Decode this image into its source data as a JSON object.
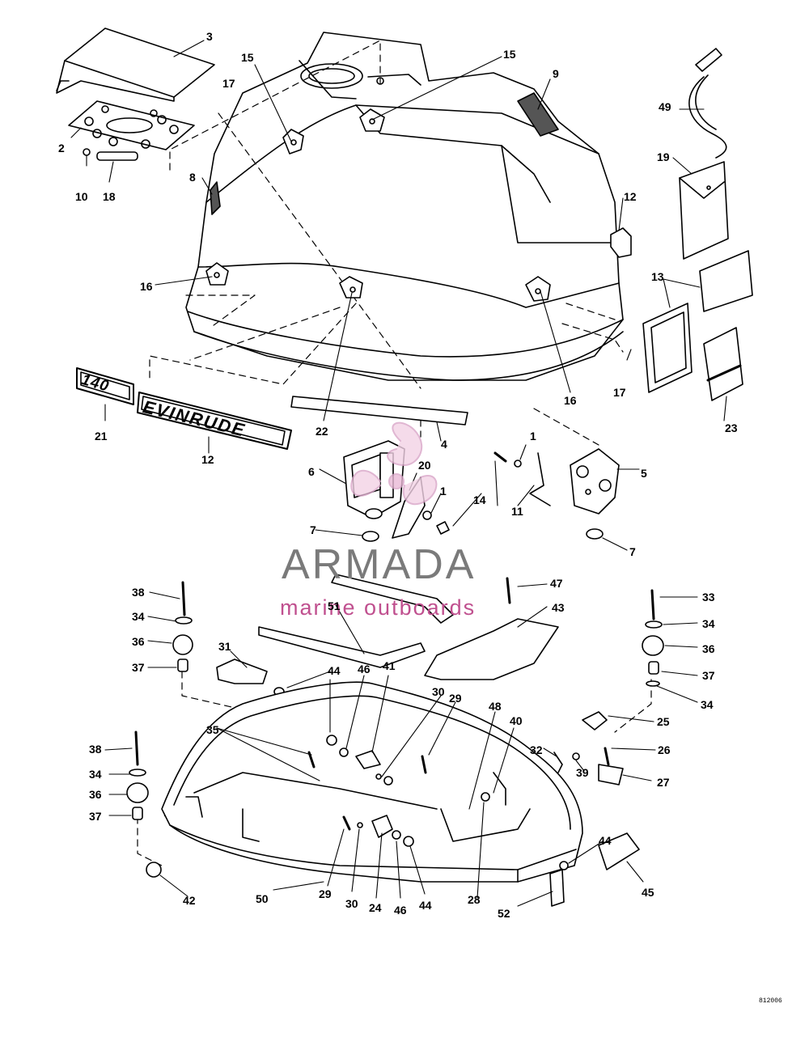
{
  "diagram": {
    "decal_140": "140",
    "decal_brand": "EVINRUDE",
    "drawing_code": "812006",
    "colors": {
      "line": "#000000",
      "logo_gray": "#7a7a7a",
      "logo_pink": "#c0508f",
      "paper": "#ffffff"
    }
  },
  "watermark": {
    "title": "ARMADA",
    "subtitle": "marine outboards"
  },
  "part_labels": [
    {
      "id": "p3",
      "text": "3"
    },
    {
      "id": "p2",
      "text": "2"
    },
    {
      "id": "p10",
      "text": "10"
    },
    {
      "id": "p18",
      "text": "18"
    },
    {
      "id": "p15a",
      "text": "15"
    },
    {
      "id": "p17a",
      "text": "17"
    },
    {
      "id": "p15b",
      "text": "15"
    },
    {
      "id": "p9",
      "text": "9"
    },
    {
      "id": "p49",
      "text": "49"
    },
    {
      "id": "p19",
      "text": "19"
    },
    {
      "id": "p8",
      "text": "8"
    },
    {
      "id": "p12a",
      "text": "12"
    },
    {
      "id": "p16a",
      "text": "16"
    },
    {
      "id": "p13",
      "text": "13"
    },
    {
      "id": "p16b",
      "text": "16"
    },
    {
      "id": "p17b",
      "text": "17"
    },
    {
      "id": "p23",
      "text": "23"
    },
    {
      "id": "p21",
      "text": "21"
    },
    {
      "id": "p12b",
      "text": "12"
    },
    {
      "id": "p22",
      "text": "22"
    },
    {
      "id": "p4",
      "text": "4"
    },
    {
      "id": "p1a",
      "text": "1"
    },
    {
      "id": "p6",
      "text": "6"
    },
    {
      "id": "p20",
      "text": "20"
    },
    {
      "id": "p1b",
      "text": "1"
    },
    {
      "id": "p14",
      "text": "14"
    },
    {
      "id": "p5",
      "text": "5"
    },
    {
      "id": "p11",
      "text": "11"
    },
    {
      "id": "p7a",
      "text": "7"
    },
    {
      "id": "p7b",
      "text": "7"
    },
    {
      "id": "p47",
      "text": "47"
    },
    {
      "id": "p38a",
      "text": "38"
    },
    {
      "id": "p33",
      "text": "33"
    },
    {
      "id": "p51",
      "text": "51"
    },
    {
      "id": "p43",
      "text": "43"
    },
    {
      "id": "p34a",
      "text": "34"
    },
    {
      "id": "p34b",
      "text": "34"
    },
    {
      "id": "p36a",
      "text": "36"
    },
    {
      "id": "p36b",
      "text": "36"
    },
    {
      "id": "p31",
      "text": "31"
    },
    {
      "id": "p37a",
      "text": "37"
    },
    {
      "id": "p37b",
      "text": "37"
    },
    {
      "id": "p44a",
      "text": "44"
    },
    {
      "id": "p46a",
      "text": "46"
    },
    {
      "id": "p41",
      "text": "41"
    },
    {
      "id": "p34c",
      "text": "34"
    },
    {
      "id": "p30a",
      "text": "30"
    },
    {
      "id": "p29a",
      "text": "29"
    },
    {
      "id": "p48",
      "text": "48"
    },
    {
      "id": "p40",
      "text": "40"
    },
    {
      "id": "p25",
      "text": "25"
    },
    {
      "id": "p35",
      "text": "35"
    },
    {
      "id": "p38b",
      "text": "38"
    },
    {
      "id": "p32",
      "text": "32"
    },
    {
      "id": "p26",
      "text": "26"
    },
    {
      "id": "p34d",
      "text": "34"
    },
    {
      "id": "p39",
      "text": "39"
    },
    {
      "id": "p27",
      "text": "27"
    },
    {
      "id": "p36c",
      "text": "36"
    },
    {
      "id": "p37c",
      "text": "37"
    },
    {
      "id": "p44b",
      "text": "44"
    },
    {
      "id": "p42",
      "text": "42"
    },
    {
      "id": "p50",
      "text": "50"
    },
    {
      "id": "p29b",
      "text": "29"
    },
    {
      "id": "p30b",
      "text": "30"
    },
    {
      "id": "p24",
      "text": "24"
    },
    {
      "id": "p46b",
      "text": "46"
    },
    {
      "id": "p44c",
      "text": "44"
    },
    {
      "id": "p28",
      "text": "28"
    },
    {
      "id": "p52",
      "text": "52"
    },
    {
      "id": "p45",
      "text": "45"
    }
  ]
}
